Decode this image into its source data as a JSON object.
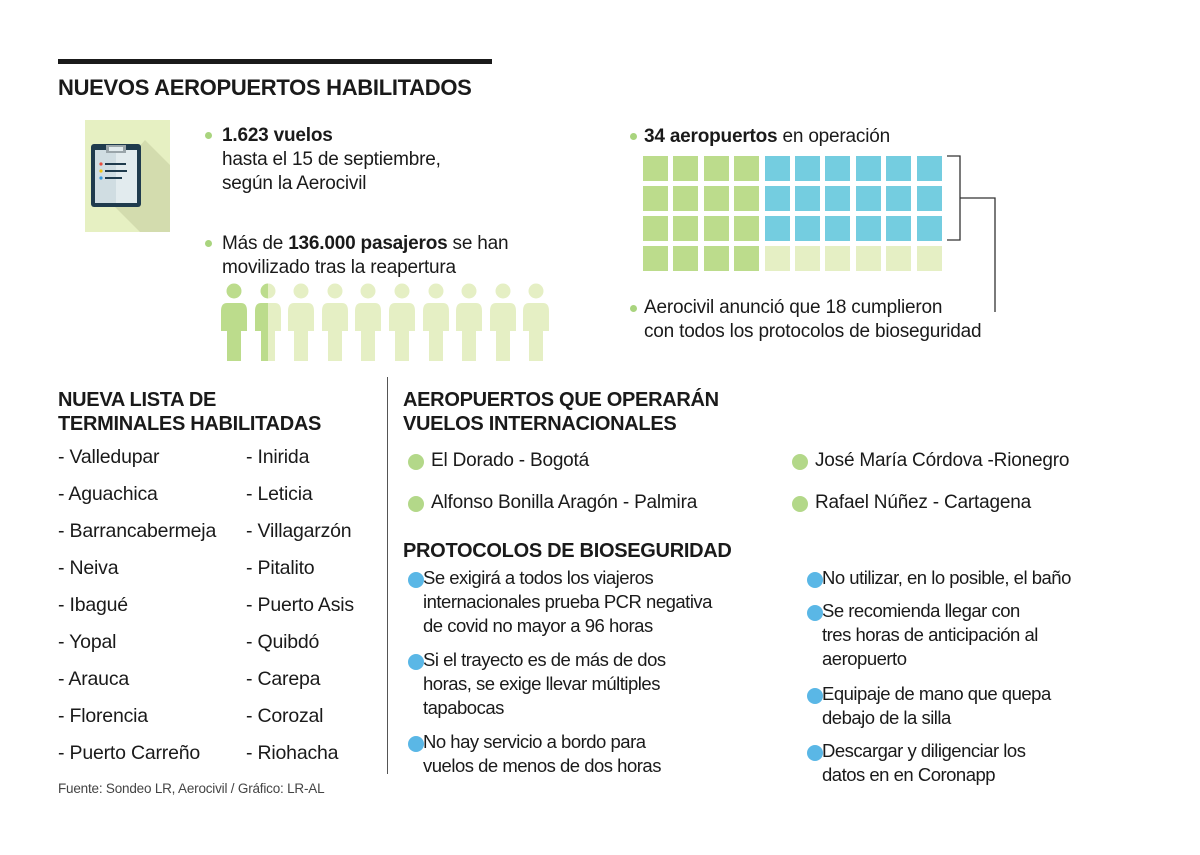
{
  "title": "NUEVOS AEROPUERTOS HABILITADOS",
  "flights": {
    "bold": "1.623 vuelos",
    "line2": "hasta el 15 de septiembre,",
    "line3": "según la Aerocivil"
  },
  "passengers": {
    "pre": "Más de ",
    "bold": "136.000 pasajeros",
    "post": " se han",
    "line2": "movilizado tras la reapertura",
    "people_total": 10,
    "people_filled": 1.5
  },
  "airports": {
    "bold": "34 aeropuertos",
    "post": " en operación",
    "total": 34,
    "green": 16,
    "blue": 18,
    "note_line1": "Aerocivil anunció que 18 cumplieron",
    "note_line2": "con todos los protocolos de bioseguridad"
  },
  "terminals": {
    "heading_line1": "NUEVA LISTA DE",
    "heading_line2": "TERMINALES HABILITADAS",
    "col1": [
      "- Valledupar",
      "- Aguachica",
      "- Barrancabermeja",
      "- Neiva",
      "- Ibagué",
      "- Yopal",
      "- Arauca",
      "- Florencia",
      "- Puerto Carreño"
    ],
    "col2": [
      "- Inirida",
      "- Leticia",
      "- Villagarzón",
      "- Pitalito",
      "- Puerto Asis",
      "- Quibdó",
      "- Carepa",
      "- Corozal",
      "- Riohacha"
    ]
  },
  "international": {
    "heading_line1": "AEROPUERTOS QUE OPERARÁN",
    "heading_line2": "VUELOS INTERNACIONALES",
    "items": [
      "El Dorado - Bogotá",
      "Alfonso Bonilla Aragón - Palmira",
      "José María Córdova -Rionegro",
      "Rafael Núñez - Cartagena"
    ]
  },
  "protocols": {
    "heading": "PROTOCOLOS DE BIOSEGURIDAD",
    "left": [
      [
        "Se exigirá a todos los viajeros",
        "internacionales prueba PCR negativa",
        "de covid no mayor a 96 horas"
      ],
      [
        "Si el trayecto es de más de dos",
        "horas, se exige llevar múltiples",
        "tapabocas"
      ],
      [
        "No hay servicio a bordo para",
        "vuelos de menos de dos horas"
      ]
    ],
    "right": [
      [
        "No utilizar, en lo posible, el baño"
      ],
      [
        "Se recomienda llegar con",
        "tres horas de anticipación al",
        "aeropuerto"
      ],
      [
        "Equipaje de mano que quepa",
        "debajo de la silla"
      ],
      [
        "Descargar y diligenciar los",
        "datos en en Coronapp"
      ]
    ]
  },
  "source": "Fuente: Sondeo LR, Aerocivil / Gráfico: LR-AL",
  "colors": {
    "green": "#bcdc8c",
    "blue": "#74cde0",
    "pale": "#e5efc4",
    "bullet_blue": "#5ab7e6"
  }
}
